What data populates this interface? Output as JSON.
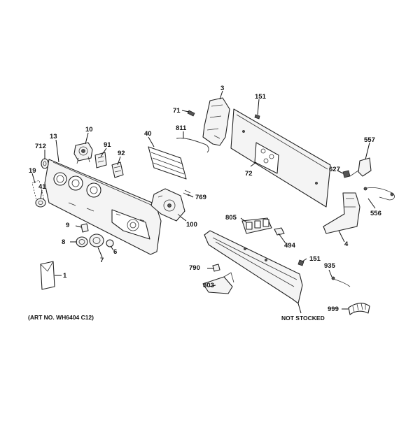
{
  "diagram": {
    "art_number": "(ART NO. WH6404 C12)",
    "not_stocked_label": "NOT STOCKED",
    "callouts": {
      "c3": "3",
      "c151a": "151",
      "c71": "71",
      "c811": "811",
      "c10": "10",
      "c13": "13",
      "c91": "91",
      "c92": "92",
      "c40": "40",
      "c712": "712",
      "c19": "19",
      "c41": "41",
      "c72": "72",
      "c557": "557",
      "c627": "627",
      "c769": "769",
      "c556": "556",
      "c805": "805",
      "c100": "100",
      "c9": "9",
      "c4": "4",
      "c494": "494",
      "c8": "8",
      "c6": "6",
      "c7": "7",
      "c151b": "151",
      "c790": "790",
      "c935": "935",
      "c803": "803",
      "c1": "1",
      "c999": "999"
    }
  }
}
